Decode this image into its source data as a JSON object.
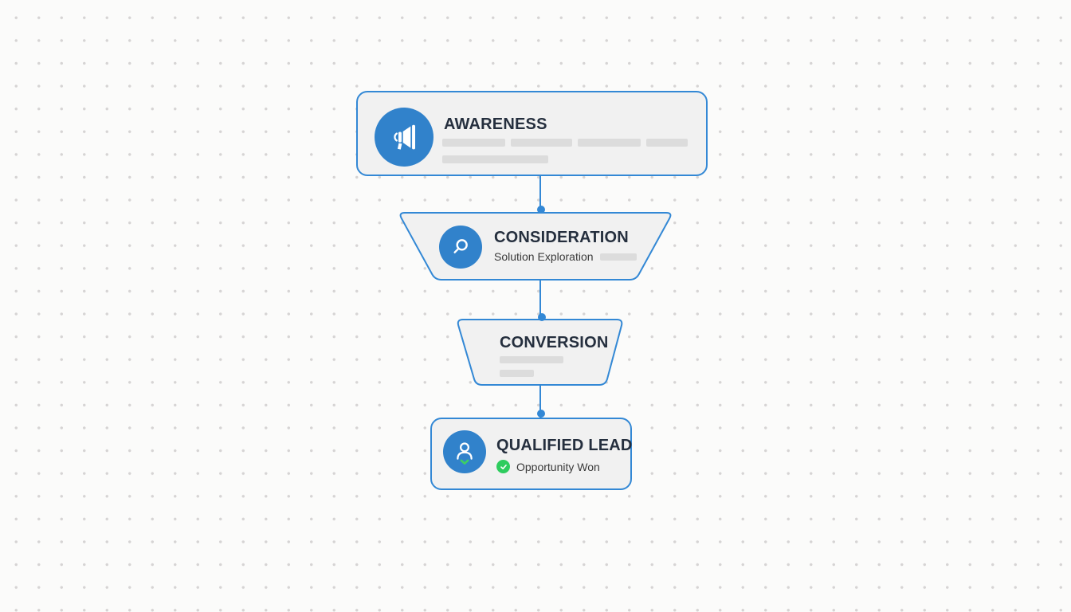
{
  "colors": {
    "background": "#fbfbfa",
    "dot_grid": "#d6d4d4",
    "accent_blue": "#3388d5",
    "icon_circle_blue": "#3182cb",
    "box_fill": "#f1f1f1",
    "title_text": "#252f3e",
    "subtitle_text": "#3a3a3a",
    "placeholder_bar": "#dcdcdc",
    "success_green": "#2ecc5e"
  },
  "funnel": {
    "stages": [
      {
        "key": "awareness",
        "title": "AWARENESS",
        "shape": "rounded-rectangle",
        "icon": "megaphone-icon",
        "placeholder_bars": "2 rows (4 short + 1 long)"
      },
      {
        "key": "consideration",
        "title": "CONSIDERATION",
        "subtitle": "Solution Exploration",
        "shape": "trapezoid",
        "icon": "magnifier-icon",
        "placeholder_bars": "1 short after subtitle"
      },
      {
        "key": "conversion",
        "title": "CONVERSION",
        "shape": "trapezoid",
        "placeholder_bars": "2 rows"
      },
      {
        "key": "qualified_lead",
        "title": "QUALIFIED LEAD",
        "subtitle": "Opportunity Won",
        "shape": "rounded-rectangle",
        "icon": "person-icon",
        "status_icon": "check-icon"
      }
    ]
  }
}
